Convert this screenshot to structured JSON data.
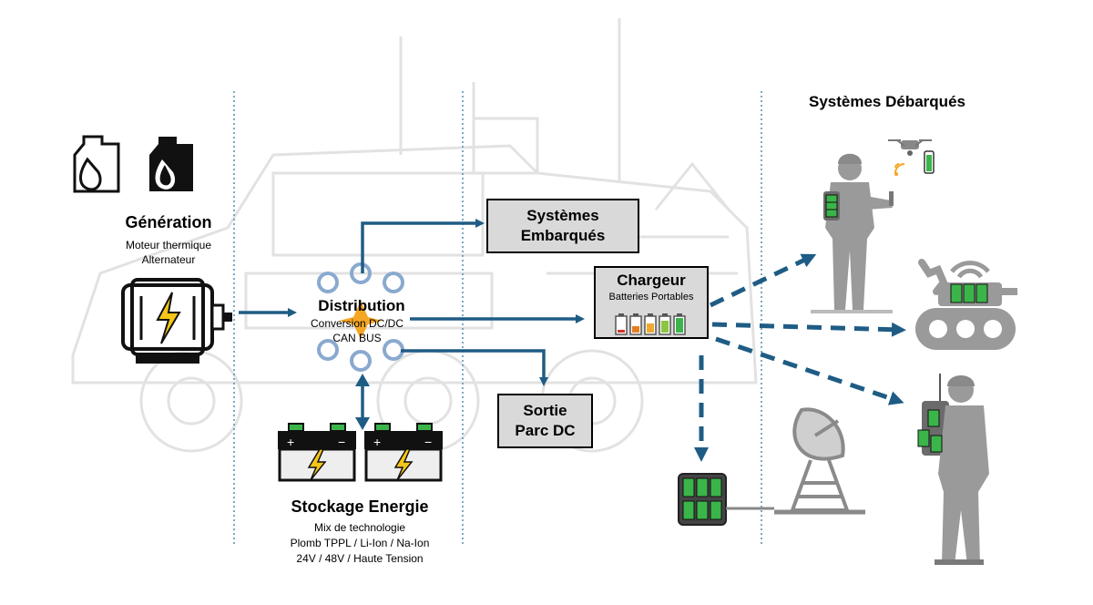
{
  "sections": {
    "generation": {
      "title": "Génération",
      "lines": [
        "Moteur thermique",
        "Alternateur"
      ]
    },
    "distribution": {
      "title": "Distribution",
      "lines": [
        "Conversion DC/DC",
        "CAN BUS"
      ]
    },
    "storage": {
      "title": "Stockage Energie",
      "lines": [
        "Mix de technologie",
        "Plomb TPPL / Li-Ion / Na-Ion",
        "24V / 48V / Haute Tension"
      ]
    },
    "dismounted": {
      "title": "Systèmes Débarqués"
    }
  },
  "boxes": {
    "embarked": {
      "line1": "Systèmes",
      "line2": "Embarqués"
    },
    "charger": {
      "title": "Chargeur",
      "subtitle": "Batteries Portables"
    },
    "dc_out": {
      "line1": "Sortie",
      "line2": "Parc DC"
    }
  },
  "colors": {
    "arrow": "#1f5c85",
    "dashed_arrow": "#1f5c85",
    "box_fill": "#d9d9d9",
    "battery_green": "#3bb54a",
    "icon_dark": "#111111",
    "silhouette": "#9a9a9a",
    "background_vehicle": "#e6e6e6",
    "hub_accent": "#f5a623"
  },
  "icons": {
    "fuel": [
      "fuel-can-outline-icon",
      "fuel-can-filled-icon"
    ],
    "generator": "alternator-motor-icon",
    "storage": [
      "car-battery-icon",
      "car-battery-icon"
    ],
    "hub": "distribution-hub-icon",
    "charge_levels": [
      "battery-level-1-icon",
      "battery-level-2-icon",
      "battery-level-3-icon",
      "battery-level-4-icon",
      "battery-level-5-icon"
    ],
    "dismounted": [
      "drone-icon",
      "soldier-with-battery-icon",
      "robot-tank-icon",
      "soldier-with-radio-icon",
      "battery-pack-icon",
      "satellite-dish-icon"
    ]
  }
}
